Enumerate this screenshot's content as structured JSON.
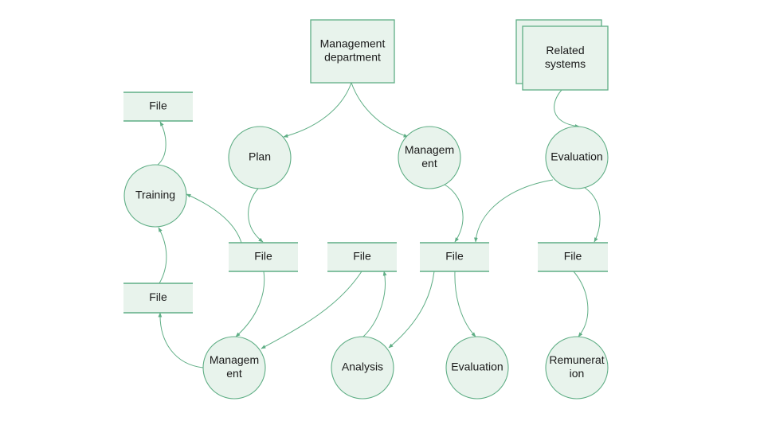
{
  "diagram": {
    "type": "data-flow-diagram",
    "colors": {
      "node_fill": "#e8f3ec",
      "stroke": "#5fae85",
      "text": "#1a1a1a"
    },
    "nodes": [
      {
        "id": "mgmt_dept",
        "kind": "external-entity",
        "lines": [
          "Management",
          "department"
        ]
      },
      {
        "id": "related",
        "kind": "external-entity-stacked",
        "lines": [
          "Related",
          "systems"
        ]
      },
      {
        "id": "file_train_top",
        "kind": "data-store",
        "lines": [
          "File"
        ]
      },
      {
        "id": "training",
        "kind": "process",
        "lines": [
          "Training"
        ]
      },
      {
        "id": "file_train_bottom",
        "kind": "data-store",
        "lines": [
          "File"
        ]
      },
      {
        "id": "plan",
        "kind": "process",
        "lines": [
          "Plan"
        ]
      },
      {
        "id": "mgmt_top",
        "kind": "process",
        "lines": [
          "Managem",
          "ent"
        ]
      },
      {
        "id": "eval_top",
        "kind": "process",
        "lines": [
          "Evaluation"
        ]
      },
      {
        "id": "file_plan",
        "kind": "data-store",
        "lines": [
          "File"
        ]
      },
      {
        "id": "file_analysis",
        "kind": "data-store",
        "lines": [
          "File"
        ]
      },
      {
        "id": "file_mgmt",
        "kind": "data-store",
        "lines": [
          "File"
        ]
      },
      {
        "id": "file_eval",
        "kind": "data-store",
        "lines": [
          "File"
        ]
      },
      {
        "id": "mgmt_bottom",
        "kind": "process",
        "lines": [
          "Managem",
          "ent"
        ]
      },
      {
        "id": "analysis",
        "kind": "process",
        "lines": [
          "Analysis"
        ]
      },
      {
        "id": "eval_bottom",
        "kind": "process",
        "lines": [
          "Evaluation"
        ]
      },
      {
        "id": "remuneration",
        "kind": "process",
        "lines": [
          "Remunerat",
          "ion"
        ]
      }
    ],
    "edges": [
      {
        "from": "mgmt_dept",
        "to": "plan"
      },
      {
        "from": "mgmt_dept",
        "to": "mgmt_top"
      },
      {
        "from": "related",
        "to": "eval_top"
      },
      {
        "from": "training",
        "to": "file_train_top"
      },
      {
        "from": "file_plan",
        "to": "training"
      },
      {
        "from": "file_train_bottom",
        "to": "training"
      },
      {
        "from": "plan",
        "to": "file_plan"
      },
      {
        "from": "mgmt_top",
        "to": "file_mgmt"
      },
      {
        "from": "eval_top",
        "to": "file_mgmt"
      },
      {
        "from": "eval_top",
        "to": "file_eval"
      },
      {
        "from": "file_plan",
        "to": "mgmt_bottom"
      },
      {
        "from": "file_analysis",
        "to": "mgmt_bottom"
      },
      {
        "from": "mgmt_bottom",
        "to": "file_train_bottom"
      },
      {
        "from": "analysis",
        "to": "file_analysis"
      },
      {
        "from": "file_mgmt",
        "to": "analysis"
      },
      {
        "from": "file_mgmt",
        "to": "eval_bottom"
      },
      {
        "from": "file_eval",
        "to": "remuneration"
      }
    ]
  }
}
